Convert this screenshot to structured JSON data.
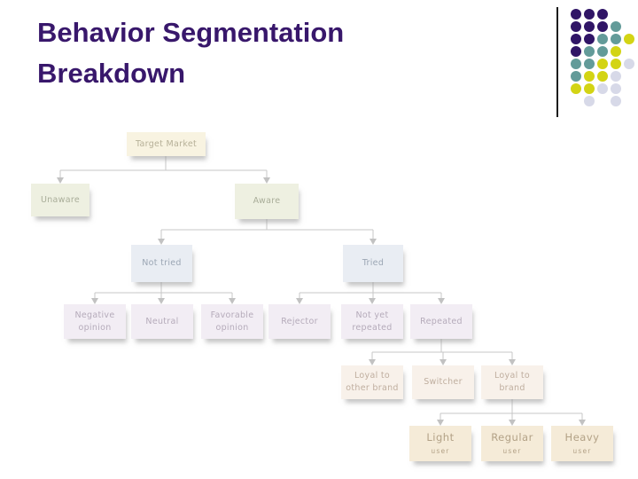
{
  "slide": {
    "title_line1": "Behavior Segmentation",
    "title_line2": "Breakdown",
    "title_color": "#38176b"
  },
  "decor": {
    "palette": {
      "P": "#301566",
      "T": "#639b99",
      "O": "#d3d414",
      "L": "#d7d9e8"
    },
    "grid": [
      "PPP..",
      "PPPT.",
      "PPTTO",
      "PTTO.",
      "TTOOL",
      "TOOL.",
      "OOLL.",
      ".L.L."
    ],
    "line_color": "#1c1c1c"
  },
  "tree": {
    "connector_color": "#c7c7c7",
    "level_colors": [
      "#f8f3e1",
      "#eef0e1",
      "#e9edf3",
      "#f2edf4",
      "#f8f1ea",
      "#f5ebd8"
    ],
    "root": {
      "label": "Target Market",
      "children": [
        {
          "label": "Unaware",
          "children": []
        },
        {
          "label": "Aware",
          "children": [
            {
              "label": "Not tried",
              "children": [
                {
                  "label": "Negative opinion"
                },
                {
                  "label": "Neutral"
                },
                {
                  "label": "Favorable opinion"
                }
              ]
            },
            {
              "label": "Tried",
              "children": [
                {
                  "label": "Rejector"
                },
                {
                  "label": "Not yet repeated"
                },
                {
                  "label": "Repeated",
                  "children": [
                    {
                      "label": "Loyal to other brand"
                    },
                    {
                      "label": "Switcher"
                    },
                    {
                      "label": "Loyal to brand",
                      "children": [
                        {
                          "label": "Light",
                          "sublabel": "user"
                        },
                        {
                          "label": "Regular",
                          "sublabel": "user"
                        },
                        {
                          "label": "Heavy",
                          "sublabel": "user"
                        }
                      ]
                    }
                  ]
                }
              ]
            }
          ]
        }
      ]
    }
  }
}
